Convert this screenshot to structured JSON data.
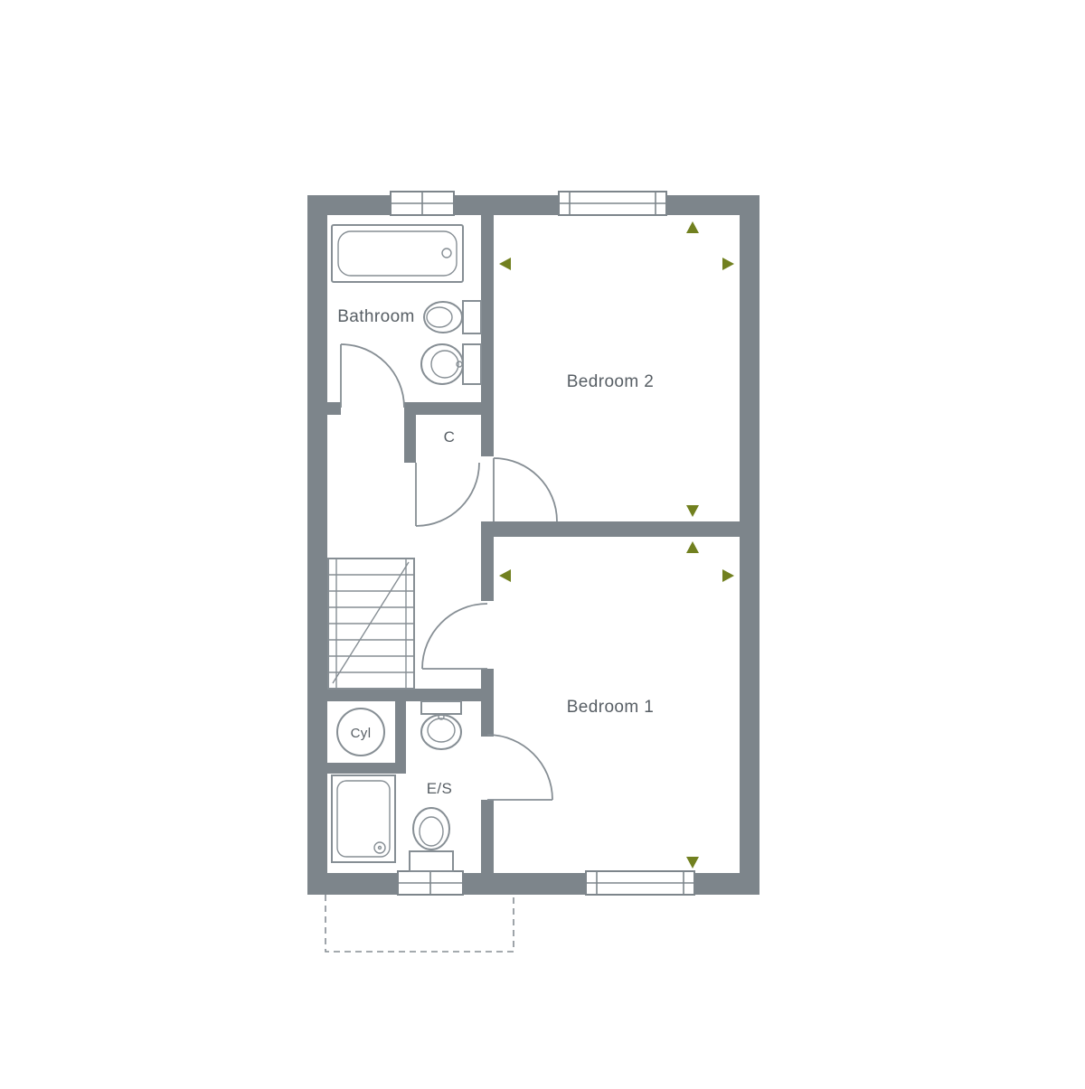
{
  "plan": {
    "type": "floor-plan",
    "rooms": [
      {
        "id": "bathroom",
        "label": "Bathroom"
      },
      {
        "id": "bedroom2",
        "label": "Bedroom 2"
      },
      {
        "id": "cupboard",
        "label": "C"
      },
      {
        "id": "bedroom1",
        "label": "Bedroom 1"
      },
      {
        "id": "cylinder",
        "label": "Cyl"
      },
      {
        "id": "ensuite",
        "label": "E/S"
      }
    ],
    "colors": {
      "wall": "#7d858b",
      "fixture": "#868e94",
      "text": "#575e64",
      "accent": "#71801f",
      "background": "#ffffff"
    }
  }
}
